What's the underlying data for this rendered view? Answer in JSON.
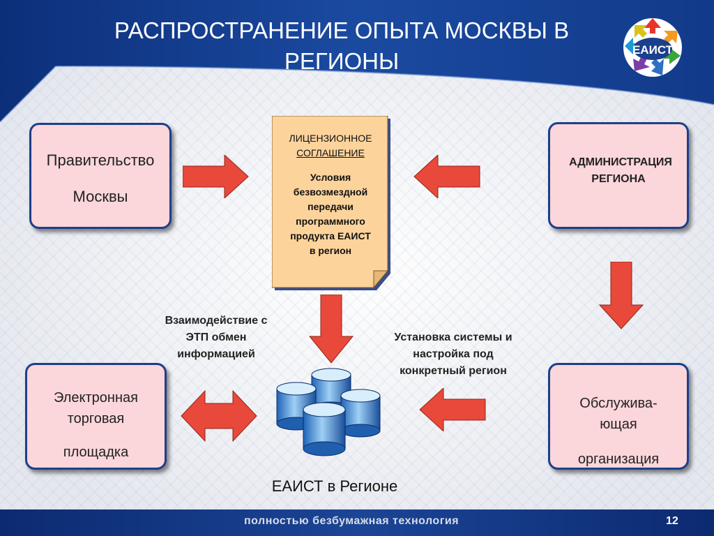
{
  "slide": {
    "title_line1": "РАСПРОСТРАНЕНИЕ ОПЫТА МОСКВЫ В",
    "title_line2": "РЕГИОНЫ",
    "logo_text": "ЕАИСТ",
    "footer": "полностью безбумажная технология",
    "page_number": "12"
  },
  "colors": {
    "header_blue": "#163e8e",
    "box_fill": "#fbd6da",
    "box_border": "#1d3f8a",
    "arrow_fill": "#e8493a",
    "doc_fill": "#fdd39c"
  },
  "nodes": {
    "moscow_government": {
      "line1": "Правительство",
      "line2": "Москвы"
    },
    "license_agreement": {
      "heading_line1": "ЛИЦЕНЗИОННОЕ",
      "heading_line2": "СОГЛАШЕНИЕ",
      "body": [
        "Условия",
        "безвозмездной",
        "передачи",
        "программного",
        "продукта ЕАИСТ",
        "в регион"
      ]
    },
    "region_administration": {
      "line1": "АДМИНИСТРАЦИЯ",
      "line2": "РЕГИОНА"
    },
    "electronic_platform": {
      "line1": "Электронная",
      "line2": "торговая",
      "line3": "площадка"
    },
    "service_organization": {
      "line1": "Обслужива-",
      "line2": "ющая",
      "line3": "организация"
    },
    "eaist_in_region": {
      "label": "ЕАИСТ в Регионе"
    }
  },
  "edge_labels": {
    "interaction": [
      "Взаимодействие с",
      "ЭТП обмен",
      "информацией"
    ],
    "installation": [
      "Установка системы и",
      "настройка под",
      "конкретный регион"
    ]
  },
  "icons": [
    "eaist-logo-icon",
    "database-icon"
  ]
}
